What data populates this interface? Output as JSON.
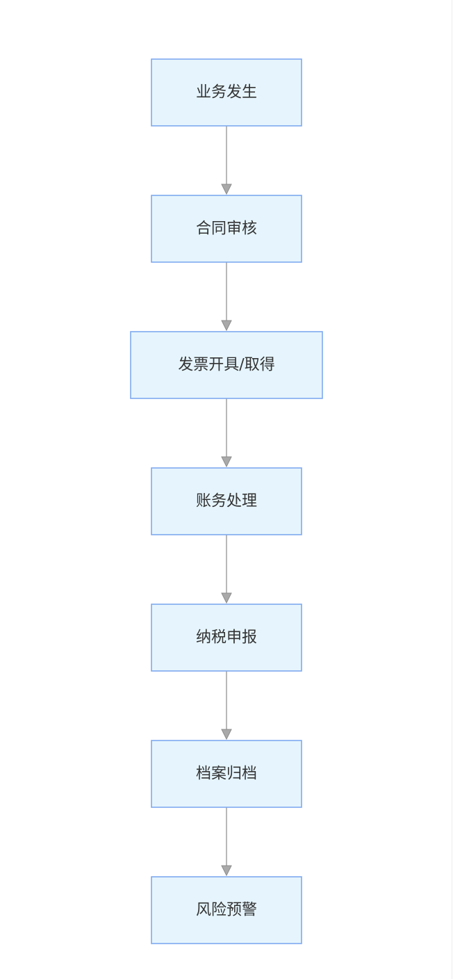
{
  "diagram": {
    "type": "flowchart",
    "direction": "top-to-bottom",
    "colors": {
      "node_fill": "#e6f5fd",
      "node_border": "#7ea9f0",
      "edge": "#9a9a9a",
      "text": "#333333"
    },
    "nodes": [
      {
        "id": "n1",
        "label": "业务发生"
      },
      {
        "id": "n2",
        "label": "合同审核"
      },
      {
        "id": "n3",
        "label": "发票开具/取得"
      },
      {
        "id": "n4",
        "label": "账务处理"
      },
      {
        "id": "n5",
        "label": "纳税申报"
      },
      {
        "id": "n6",
        "label": "档案归档"
      },
      {
        "id": "n7",
        "label": "风险预警"
      }
    ],
    "edges": [
      {
        "from": "n1",
        "to": "n2"
      },
      {
        "from": "n2",
        "to": "n3"
      },
      {
        "from": "n3",
        "to": "n4"
      },
      {
        "from": "n4",
        "to": "n5"
      },
      {
        "from": "n5",
        "to": "n6"
      },
      {
        "from": "n6",
        "to": "n7"
      }
    ]
  }
}
